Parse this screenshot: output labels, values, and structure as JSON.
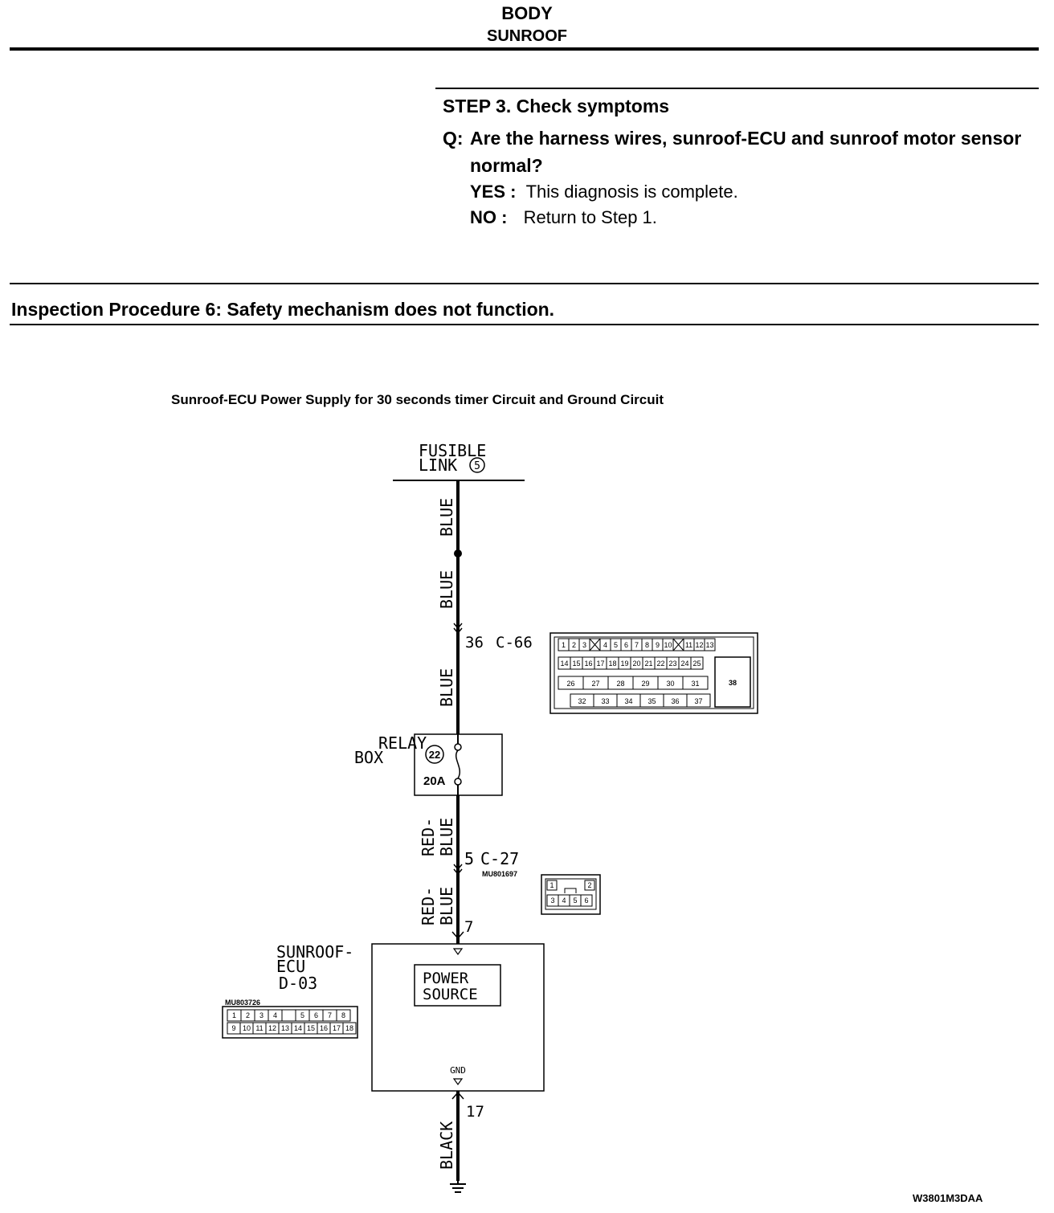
{
  "header": {
    "section": "BODY",
    "subsection": "SUNROOF"
  },
  "step": {
    "title": "STEP 3. Check symptoms",
    "q_label": "Q:",
    "question": "Are the harness wires, sunroof-ECU and sunroof motor sensor normal?",
    "yes_label": "YES :",
    "yes_text": "This diagnosis is complete.",
    "no_label": "NO :",
    "no_text": "Return to Step 1."
  },
  "inspection_title": "Inspection Procedure 6: Safety mechanism does not function.",
  "diagram": {
    "title": "Sunroof-ECU Power Supply for 30 seconds timer Circuit and Ground Circuit",
    "fusible_link": {
      "line1": "FUSIBLE",
      "line2": "LINK",
      "number": "5"
    },
    "wire_labels": {
      "blue": "BLUE",
      "red_blue_1": "RED-",
      "red_blue_2": "BLUE",
      "black": "BLACK"
    },
    "connector_c66": {
      "pin": "36",
      "code": "C-66"
    },
    "connector_c66_pins": {
      "row1": [
        "1",
        "2",
        "3",
        "X",
        "4",
        "5",
        "6",
        "7",
        "8",
        "9",
        "10",
        "X",
        "11",
        "12",
        "13"
      ],
      "row2": [
        "14",
        "15",
        "16",
        "17",
        "18",
        "19",
        "20",
        "21",
        "22",
        "23",
        "24",
        "25"
      ],
      "row3": [
        "26",
        "27",
        "28",
        "29",
        "30",
        "31"
      ],
      "row4": [
        "32",
        "33",
        "34",
        "35",
        "36",
        "37"
      ],
      "big": "38"
    },
    "relay_box": {
      "line1": "RELAY",
      "line2": "BOX",
      "fuse_number": "22",
      "fuse_rating": "20A"
    },
    "connector_c27": {
      "pin": "5",
      "code": "C-27",
      "part": "MU801697",
      "pins_top": [
        "1",
        "2"
      ],
      "pins_bottom": [
        "3",
        "4",
        "5",
        "6"
      ]
    },
    "ecu": {
      "line1": "SUNROOF-",
      "line2": "ECU",
      "code": "D-03",
      "part": "MU803726",
      "power_in_pin": "7",
      "power_label_1": "POWER",
      "power_label_2": "SOURCE",
      "gnd_label": "GND",
      "gnd_pin": "17"
    },
    "ecu_connector_pins": {
      "row1": [
        "1",
        "2",
        "3",
        "4",
        "",
        "5",
        "6",
        "7",
        "8"
      ],
      "row2": [
        "9",
        "10",
        "11",
        "12",
        "13",
        "14",
        "15",
        "16",
        "17",
        "18"
      ]
    },
    "figure_code": "W3801M3DAA"
  }
}
